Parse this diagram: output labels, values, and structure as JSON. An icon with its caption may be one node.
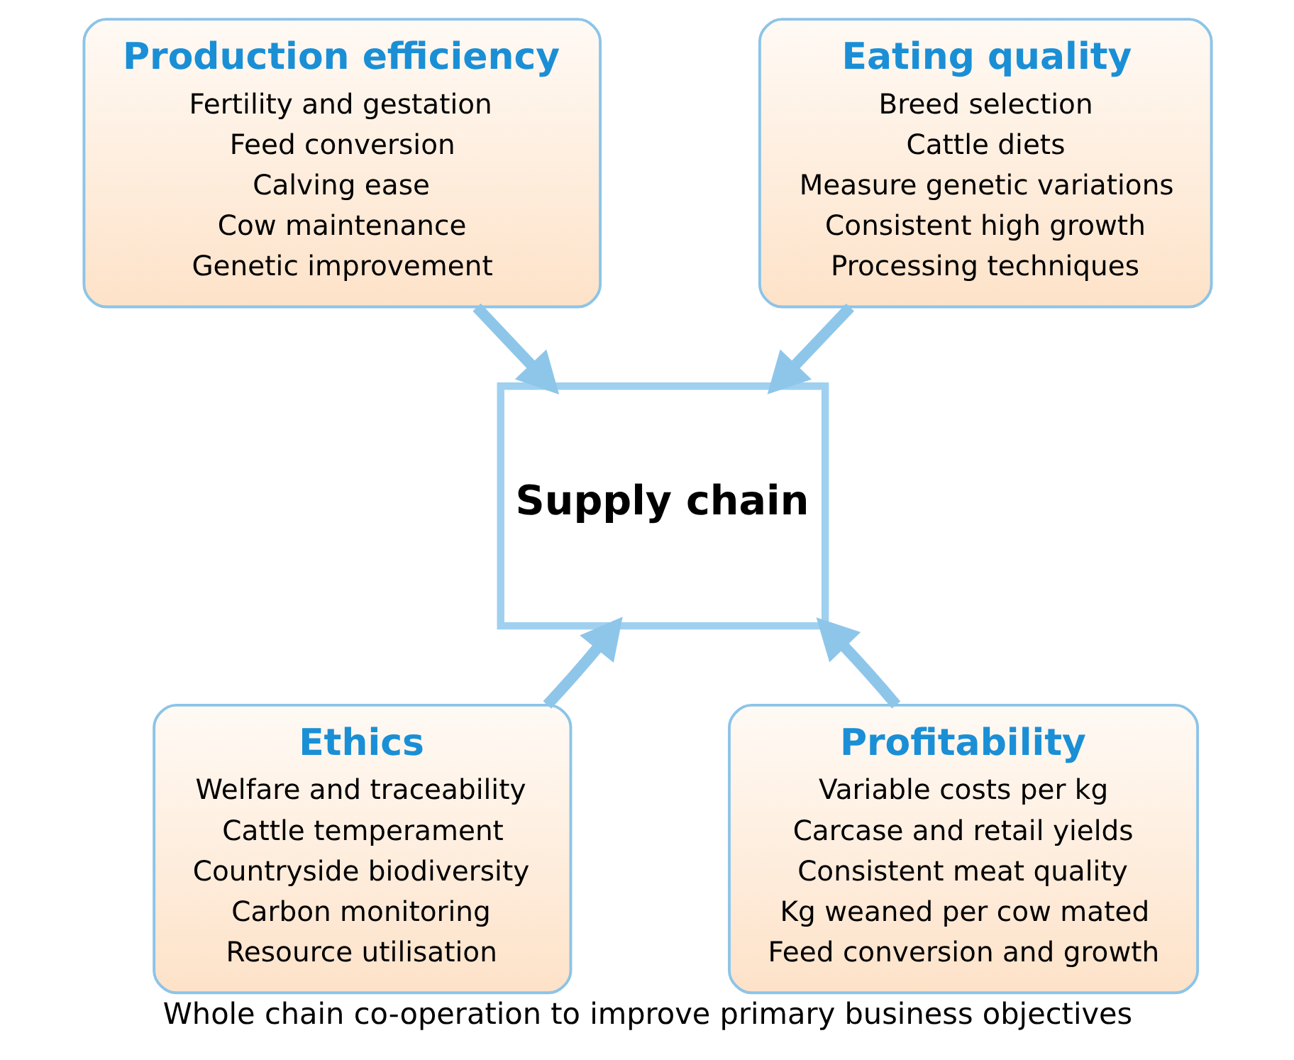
{
  "diagram": {
    "caption": "Whole chain co-operation to improve primary business objectives",
    "nodes": [
      {
        "text": [
          "Production efficiency",
          "Fertility and gestation",
          "Feed conversion",
          "Calving ease",
          "Cow maintenance",
          "Genetic improvement"
        ]
      },
      {
        "text": [
          "Eating quality",
          "Breed selection",
          "Cattle diets",
          "Measure genetic variations",
          "Consistent high growth",
          "Processing techniques"
        ]
      },
      {
        "text": [
          "Ethics",
          "Welfare and traceability",
          "Cattle temperament",
          "Countryside biodiversity",
          "Carbon monitoring",
          "Resource utilisation"
        ]
      },
      {
        "text": [
          "Profitability",
          "Variable costs per kg",
          "Carcase and retail yields",
          "Consistent meat quality",
          "Kg weaned per cow mated",
          "Feed conversion and growth"
        ]
      },
      {
        "text": [
          "Supply chain"
        ]
      }
    ],
    "edges": [
      {
        "from": 0,
        "to": 4,
        "arrow": "to"
      },
      {
        "from": 1,
        "to": 4,
        "arrow": "to"
      },
      {
        "from": 2,
        "to": 4,
        "arrow": "to"
      },
      {
        "from": 3,
        "to": 4,
        "arrow": "to"
      }
    ]
  }
}
